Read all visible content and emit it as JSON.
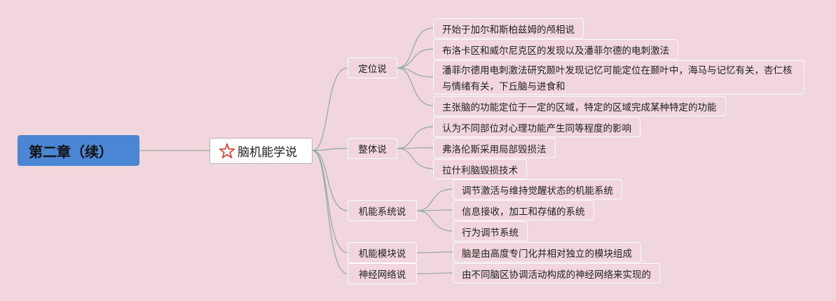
{
  "root": {
    "label": "第二章（续）"
  },
  "main_topic": {
    "label": "脑机能学说",
    "icon": "star-icon"
  },
  "colors": {
    "background": "#f1d6de",
    "root": "#4a86d4",
    "lines": "#8fa99b",
    "node_border": "#ffffff",
    "star": "#e0453a"
  },
  "branches": [
    {
      "label": "定位说",
      "children": [
        "开始于加尔和斯柏兹姆的颅相说",
        "布洛卡区和威尔尼克区的发现以及潘菲尔德的电刺激法",
        "潘菲尔德用电刺激法研究颞叶发现记忆可能定位在颞叶中，海马与记忆有关，杏仁核与情绪有关，下丘脑与进食和",
        "主张脑的功能定位于一定的区域，特定的区域完成某种特定的功能"
      ]
    },
    {
      "label": "整体说",
      "children": [
        "认为不同部位对心理功能产生同等程度的影响",
        "弗洛伦斯采用局部毁损法",
        "拉什利脑毁损技术"
      ]
    },
    {
      "label": "机能系统说",
      "children": [
        "调节激活与维持觉醒状态的机能系统",
        "信息接收，加工和存储的系统",
        "行为调节系统"
      ]
    },
    {
      "label": "机能模块说",
      "children": [
        "脑是由高度专门化并相对独立的模块组成"
      ]
    },
    {
      "label": "神经网络说",
      "children": [
        "由不同脑区协调活动构成的神经网络来实现的"
      ]
    }
  ]
}
